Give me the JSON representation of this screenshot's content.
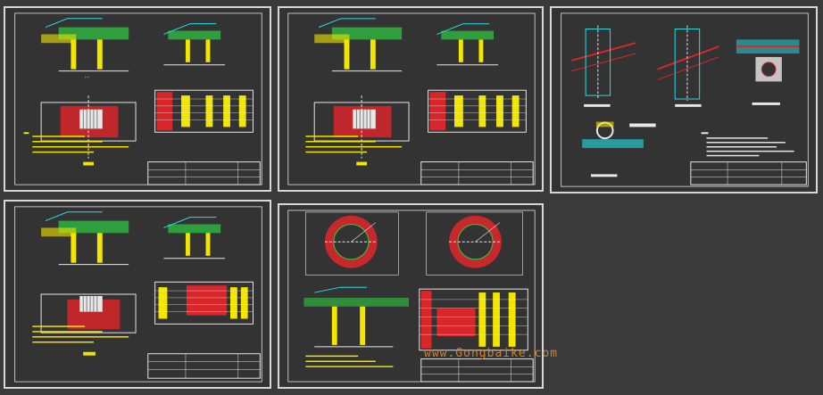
{
  "viewport": {
    "width": 922,
    "height": 443
  },
  "colors": {
    "background": "#3a3a3a",
    "sheet_border": "#d8d8d8",
    "cad_red": "#d8262a",
    "cad_yellow": "#f2e600",
    "cad_green": "#2ecc40",
    "cad_cyan": "#25e0e6",
    "cad_white": "#e8e8e8",
    "watermark": "#e08a2c"
  },
  "sheets": [
    {
      "id": "sheet-1",
      "type": "grate-detail"
    },
    {
      "id": "sheet-2",
      "type": "grate-detail"
    },
    {
      "id": "sheet-3",
      "type": "pipe-crossing-detail"
    },
    {
      "id": "sheet-4",
      "type": "grate-detail"
    },
    {
      "id": "sheet-5",
      "type": "manhole-detail"
    }
  ],
  "watermark": {
    "text": "www.Gongbaike.com"
  }
}
